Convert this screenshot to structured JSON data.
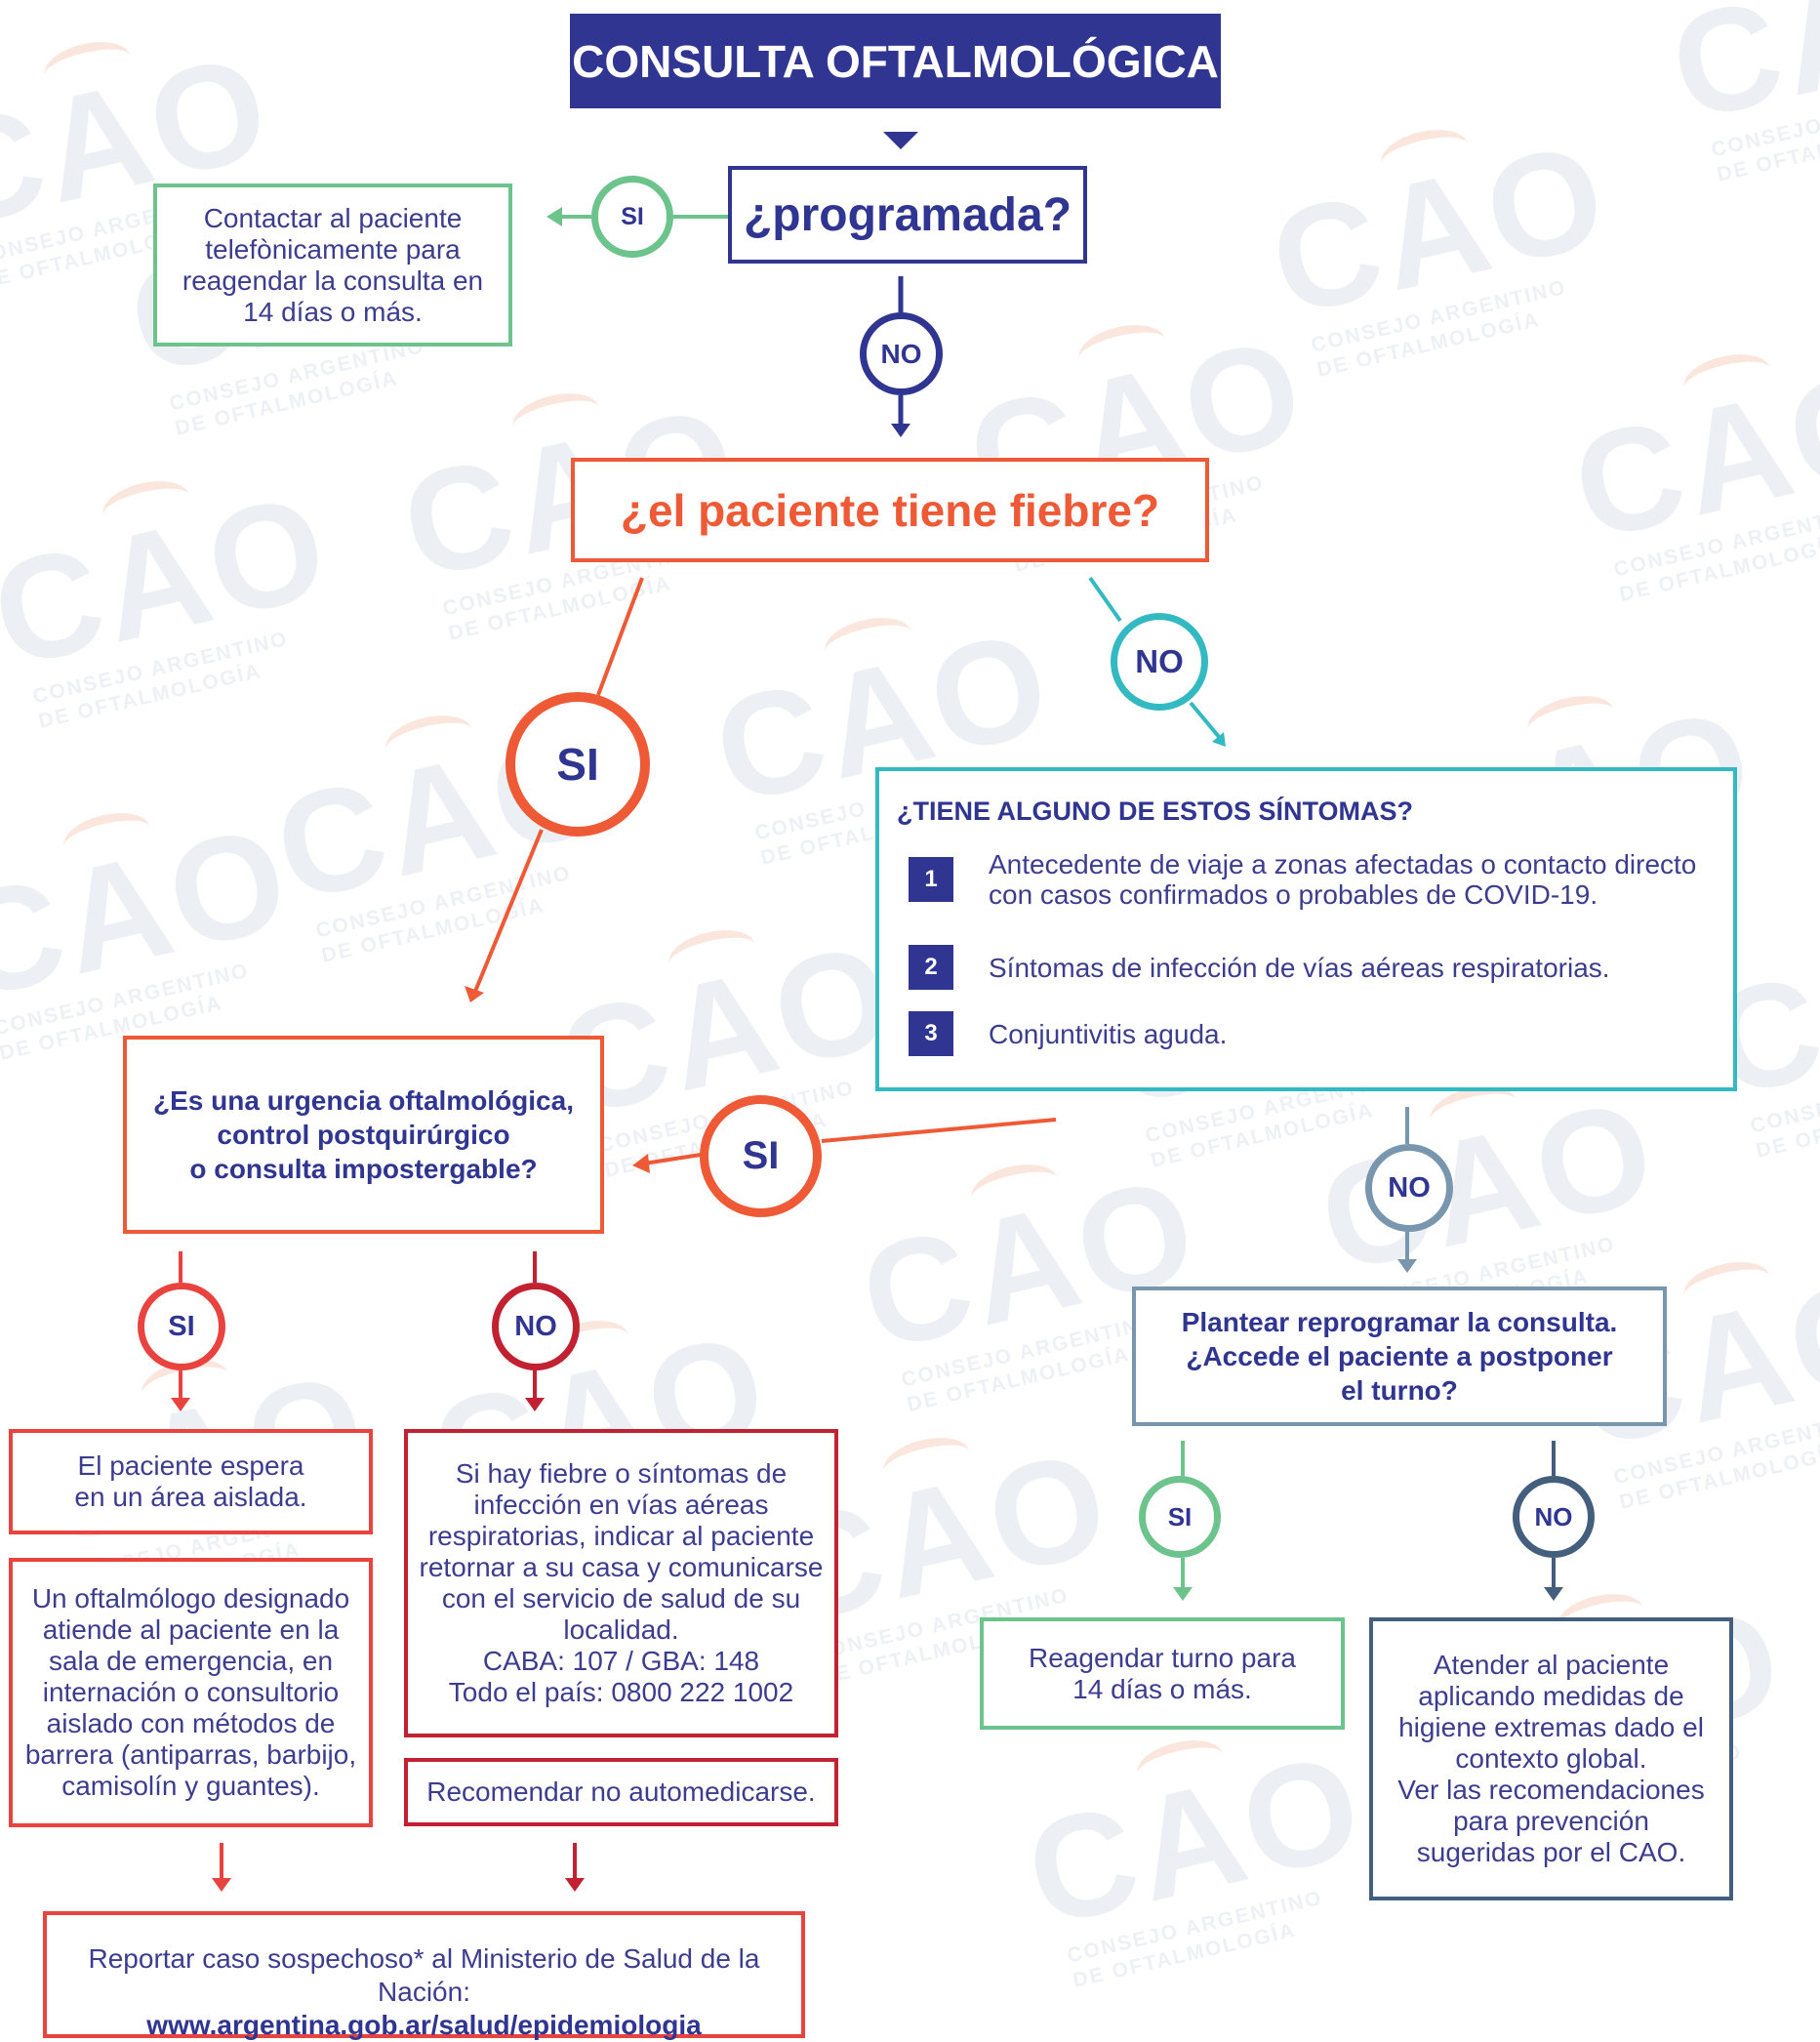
{
  "colors": {
    "navy": "#2f3590",
    "green": "#6cc48c",
    "orange": "#ee5a36",
    "teal": "#33b9c2",
    "red": "#e8433e",
    "dark_red": "#c12130",
    "blue_gray": "#7896ad",
    "slate": "#445e7d"
  },
  "watermark": {
    "logo": "CAO",
    "line1": "CONSEJO ARGENTINO",
    "line2": "DE OFTALMOLOGÍA"
  },
  "title": "CONSULTA OFTALMOLÓGICA",
  "q_programada": {
    "question": "¿programada?",
    "si_label": "SI",
    "si_action": "Contactar al paciente\ntelefònicamente para\nreagendar la consulta en\n14 días o más.",
    "no_label": "NO"
  },
  "q_fiebre": {
    "question": "¿el paciente tiene fiebre?",
    "si_label": "SI",
    "no_label": "NO"
  },
  "sintomas": {
    "heading": "¿TIENE ALGUNO DE ESTOS SÍNTOMAS?",
    "items": [
      {
        "num": "1",
        "text": "Antecedente de viaje a zonas afectadas o contacto directo\ncon casos confirmados o probables de COVID-19."
      },
      {
        "num": "2",
        "text": "Síntomas de infección de vías aéreas respiratorias."
      },
      {
        "num": "3",
        "text": "Conjuntivitis aguda."
      }
    ],
    "si_label": "SI",
    "no_label": "NO"
  },
  "q_urgencia": {
    "question": "¿Es una urgencia oftalmológica,\ncontrol postquirúrgico\no consulta impostergable?",
    "si_label": "SI",
    "no_label": "NO"
  },
  "urgencia_si": {
    "espera": "El paciente espera\nen un área aislada.",
    "oftalmologo": "Un oftalmólogo designado\natiende al paciente en la\nsala de emergencia, en\ninternación o consultorio\naislado con métodos de\nbarrera (antiparras, barbijo,\ncamisolín y guantes)."
  },
  "urgencia_no": {
    "fiebre_sintomas": "Si hay fiebre o síntomas de\ninfección en vías aéreas\nrespiratorias, indicar al paciente\nretornar a su casa y comunicarse\ncon el servicio de salud de su\nlocalidad.\nCABA: 107 / GBA: 148\nTodo el país: 0800 222 1002",
    "automedicarse": "Recomendar no automedicarse."
  },
  "reportar": {
    "text": "Reportar caso sospechoso* al Ministerio de Salud de la Nación:",
    "url": "www.argentina.gob.ar/salud/epidemiologia"
  },
  "q_reprogramar": {
    "question": "Plantear reprogramar la consulta.\n¿Accede el paciente a postponer\nel turno?",
    "si_label": "SI",
    "si_action": "Reagendar turno para\n14 días o más.",
    "no_label": "NO",
    "no_action": "Atender al paciente\naplicando medidas de\nhigiene extremas dado el\ncontexto global.\nVer las recomendaciones\npara prevención\nsugeridas por el CAO."
  }
}
